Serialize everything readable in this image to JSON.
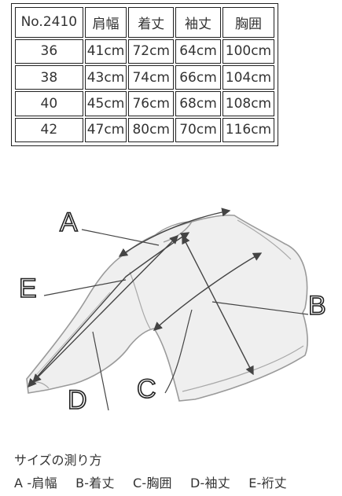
{
  "table": {
    "headers": [
      "No.2410",
      "肩幅",
      "着丈",
      "袖丈",
      "胸囲"
    ],
    "rows": [
      [
        "36",
        "41cm",
        "72cm",
        "64cm",
        "100cm"
      ],
      [
        "38",
        "43cm",
        "74cm",
        "66cm",
        "104cm"
      ],
      [
        "40",
        "45cm",
        "76cm",
        "68cm",
        "108cm"
      ],
      [
        "42",
        "47cm",
        "80cm",
        "70cm",
        "116cm"
      ]
    ]
  },
  "diagram": {
    "labels": {
      "a": "A",
      "b": "B",
      "c": "C",
      "d": "D",
      "e": "E"
    }
  },
  "caption": {
    "title": "サイズの測り方",
    "legend": [
      "A -肩幅",
      "B-着丈",
      "C-胸囲",
      "D-袖丈",
      "E-裄丈"
    ]
  }
}
